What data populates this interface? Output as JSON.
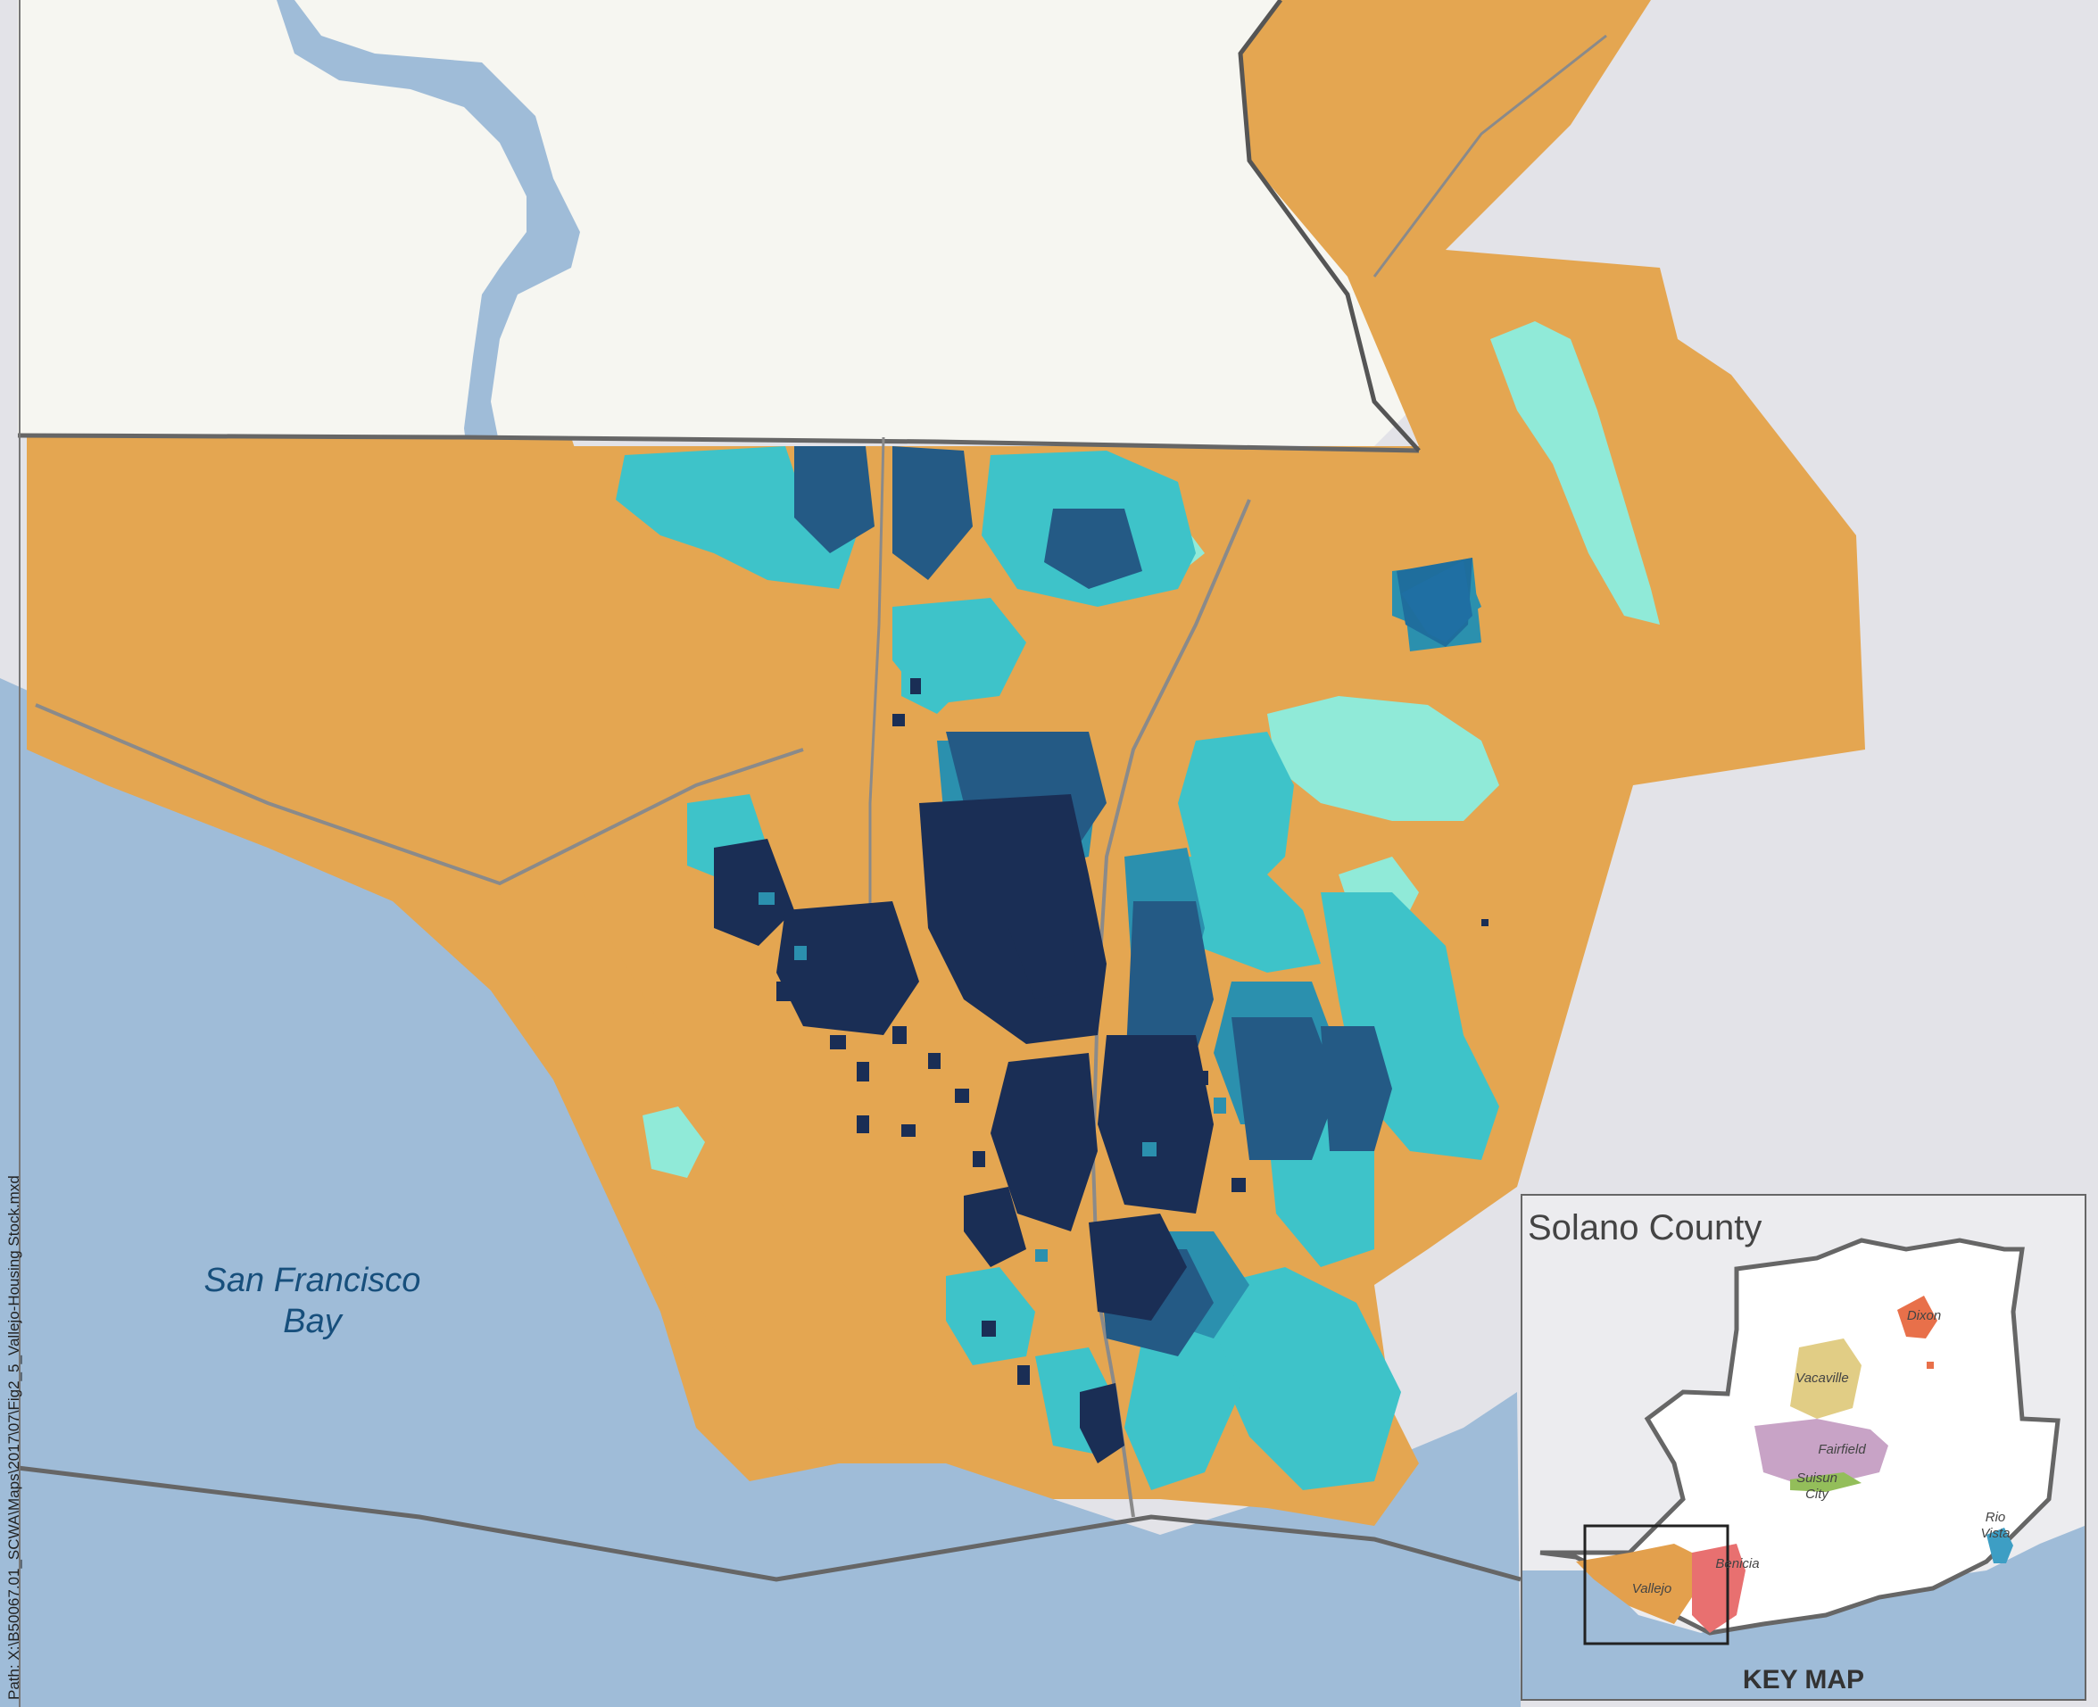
{
  "map": {
    "water_label_line1": "San Francisco",
    "water_label_line2": "Bay",
    "file_path": "Path: X:\\B50067.01_SCWA\\Maps\\2017\\07\\Fig2_5_Vallejo-Housing Stock.mxd"
  },
  "key_map": {
    "title": "Solano County",
    "label": "KEY MAP",
    "cities": [
      "Dixon",
      "Vacaville",
      "Fairfield",
      "Suisun",
      "City",
      "Rio",
      "Vista",
      "Vallejo",
      "Benicia"
    ]
  },
  "colors": {
    "water": "#9fbcd8",
    "land_outside": "#e3e3e8",
    "terrain": "#f6f6f1",
    "city_area": "#e4a651",
    "housing_darkest": "#1a2e55",
    "housing_dark": "#245a85",
    "housing_medium": "#2b90ae",
    "housing_light": "#3ec3c9",
    "housing_lightest": "#90ead8",
    "dixon": "#e8704a",
    "vacaville": "#e1cd85",
    "fairfield": "#c8a3c6",
    "suisun_city": "#93be5a",
    "rio_vista": "#3d9ec4",
    "vallejo": "#e3a04d",
    "benicia": "#e87070"
  }
}
